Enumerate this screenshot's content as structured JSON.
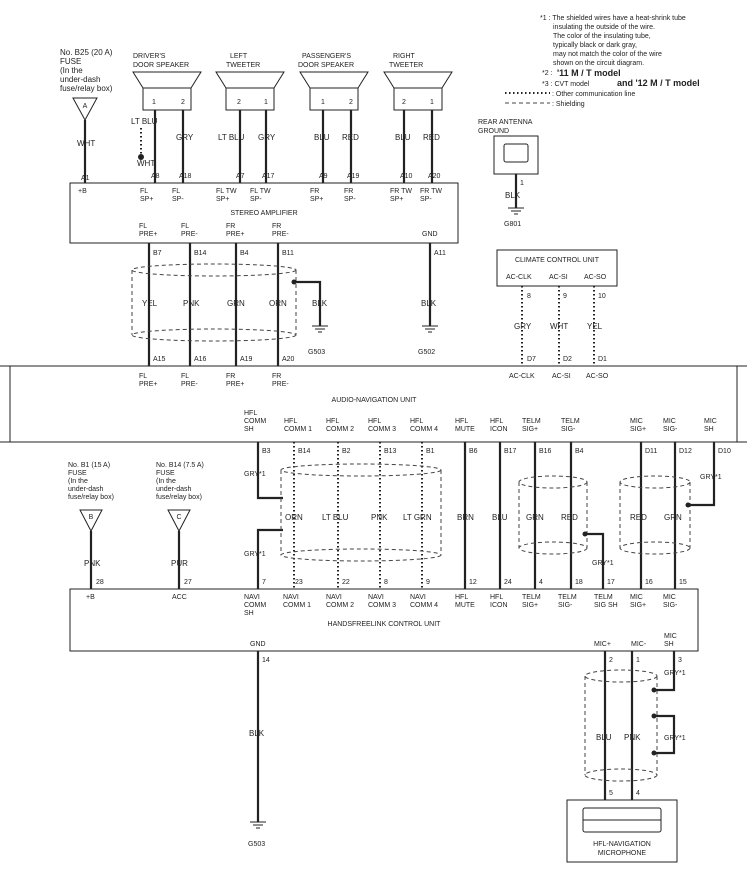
{
  "notes": {
    "n1_1": "*1 : The shielded wires have a heat-shrink tube",
    "n1_2": "insulating the outside of the wire.",
    "n1_3": "The color of the insulating tube,",
    "n1_4": "typically black or dark gray,",
    "n1_5": "may not match the color of the wire",
    "n1_6": "shown on the circuit diagram.",
    "n2_prefix": "*2 :",
    "n2": "'11 M / T model",
    "n3_prefix": "*3 : CVT model",
    "n3": "and '12 M / T model",
    "other_line": ": Other communication line",
    "shielding": ": Shielding"
  },
  "fuses": {
    "b25": [
      "No. B25 (20 A)",
      "FUSE",
      "(In the",
      "under-dash",
      "fuse/relay box)"
    ],
    "b25_letter": "A",
    "b1": [
      "No. B1 (15 A)",
      "FUSE",
      "(In the",
      "under-dash",
      "fuse/relay box)"
    ],
    "b1_letter": "B",
    "b14": [
      "No. B14 (7.5 A)",
      "FUSE",
      "(In the",
      "under-dash",
      "fuse/relay box)"
    ],
    "b14_letter": "C"
  },
  "speakers": {
    "driver": [
      "DRIVER'S",
      "DOOR SPEAKER"
    ],
    "left_tweeter": [
      "LEFT",
      "TWEETER"
    ],
    "passenger": [
      "PASSENGER'S",
      "DOOR SPEAKER"
    ],
    "right_tweeter": [
      "RIGHT",
      "TWEETER"
    ]
  },
  "antenna": {
    "label": [
      "REAR ANTENNA",
      "GROUND"
    ],
    "pin": "1",
    "wire": "BLK",
    "ground": "G801"
  },
  "amplifier": {
    "name": "STEREO AMPLIFIER",
    "wires_top": [
      {
        "color": "WHT",
        "pin": "A1",
        "term": [
          "+B"
        ]
      },
      {
        "color": "LT BLU",
        "pin": "A8",
        "term": [
          "FL",
          "SP+"
        ],
        "spk_pin": "1"
      },
      {
        "color": "GRY",
        "pin": "A18",
        "term": [
          "FL",
          "SP-"
        ],
        "spk_pin": "2"
      },
      {
        "color": "LT BLU",
        "pin": "A7",
        "term": [
          "FL TW",
          "SP+"
        ],
        "spk_pin": "2"
      },
      {
        "color": "GRY",
        "pin": "A17",
        "term": [
          "FL TW",
          "SP-"
        ],
        "spk_pin": "1"
      },
      {
        "color": "BLU",
        "pin": "A9",
        "term": [
          "FR",
          "SP+"
        ],
        "spk_pin": "1"
      },
      {
        "color": "RED",
        "pin": "A19",
        "term": [
          "FR",
          "SP-"
        ],
        "spk_pin": "2"
      },
      {
        "color": "BLU",
        "pin": "A10",
        "term": [
          "FR TW",
          "SP+"
        ],
        "spk_pin": "2"
      },
      {
        "color": "RED",
        "pin": "A20",
        "term": [
          "FR TW",
          "SP-"
        ],
        "spk_pin": "1"
      }
    ],
    "splice_color": "WHT",
    "wires_bottom": [
      {
        "term": [
          "FL",
          "PRE+"
        ],
        "pin": "B7",
        "color": "YEL",
        "nav_pin": "A15",
        "nav_term": [
          "FL",
          "PRE+"
        ]
      },
      {
        "term": [
          "FL",
          "PRE-"
        ],
        "pin": "B14",
        "color": "PNK",
        "nav_pin": "A16",
        "nav_term": [
          "FL",
          "PRE-"
        ]
      },
      {
        "term": [
          "FR",
          "PRE+"
        ],
        "pin": "B4",
        "color": "GRN",
        "nav_pin": "A19",
        "nav_term": [
          "FR",
          "PRE+"
        ]
      },
      {
        "term": [
          "FR",
          "PRE-"
        ],
        "pin": "B11",
        "color": "ORN",
        "nav_pin": "A20",
        "nav_term": [
          "FR",
          "PRE-"
        ]
      }
    ],
    "gnd": {
      "term": "GND",
      "pin": "A11",
      "color": "BLK",
      "ground": "G502"
    },
    "shield": {
      "color": "BLK",
      "ground": "G503"
    }
  },
  "climate": {
    "name": "CLIMATE CONTROL UNIT",
    "lines": [
      {
        "term": "AC-CLK",
        "pin": "8",
        "color": "GRY",
        "nav_pin": "D7",
        "nav_term": "AC-CLK"
      },
      {
        "term": "AC-SI",
        "pin": "9",
        "color": "WHT",
        "nav_pin": "D2",
        "nav_term": "AC-SI"
      },
      {
        "term": "AC-SO",
        "pin": "10",
        "color": "YEL",
        "nav_pin": "D1",
        "nav_term": "AC-SO"
      }
    ]
  },
  "nav_unit": {
    "name": "AUDIO-NAVIGATION UNIT"
  },
  "hfl_lines": [
    {
      "term": [
        "HFL",
        "COMM",
        "SH"
      ],
      "pin": "B3",
      "color": "GRY*1",
      "hf_pin": "7",
      "hf_term": [
        "NAVI",
        "COMM",
        "SH"
      ]
    },
    {
      "term": [
        "HFL",
        "COMM 1"
      ],
      "pin": "B14",
      "color": "ORN",
      "hf_pin": "23",
      "hf_term": [
        "NAVI",
        "COMM 1"
      ]
    },
    {
      "term": [
        "HFL",
        "COMM 2"
      ],
      "pin": "B2",
      "color": "LT BLU",
      "hf_pin": "22",
      "hf_term": [
        "NAVI",
        "COMM 2"
      ]
    },
    {
      "term": [
        "HFL",
        "COMM 3"
      ],
      "pin": "B13",
      "color": "PNK",
      "hf_pin": "8",
      "hf_term": [
        "NAVI",
        "COMM 3"
      ]
    },
    {
      "term": [
        "HFL",
        "COMM 4"
      ],
      "pin": "B1",
      "color": "LT GRN",
      "hf_pin": "9",
      "hf_term": [
        "NAVI",
        "COMM 4"
      ]
    },
    {
      "term": [
        "HFL",
        "MUTE"
      ],
      "pin": "B6",
      "color": "BRN",
      "hf_pin": "12",
      "hf_term": [
        "HFL",
        "MUTE"
      ]
    },
    {
      "term": [
        "HFL",
        "ICON"
      ],
      "pin": "B17",
      "color": "BLU",
      "hf_pin": "24",
      "hf_term": [
        "HFL",
        "ICON"
      ]
    },
    {
      "term": [
        "TELM",
        "SIG+"
      ],
      "pin": "B16",
      "color": "GRN",
      "hf_pin": "4",
      "hf_term": [
        "TELM",
        "SIG+"
      ]
    },
    {
      "term": [
        "TELM",
        "SIG-"
      ],
      "pin": "B4",
      "color": "RED",
      "hf_pin": "18",
      "hf_term": [
        "TELM",
        "SIG-"
      ]
    },
    {
      "term": [
        "MIC",
        "SIG+"
      ],
      "pin": "D11",
      "color": "RED",
      "hf_pin": "16",
      "hf_term": [
        "MIC",
        "SIG+"
      ]
    },
    {
      "term": [
        "MIC",
        "SIG-"
      ],
      "pin": "D12",
      "color": "GRN",
      "hf_pin": "15",
      "hf_term": [
        "MIC",
        "SIG-"
      ]
    },
    {
      "term": [
        "MIC",
        "SH"
      ],
      "pin": "D10",
      "color": "GRY*1"
    }
  ],
  "gry_shield": "GRY*1",
  "telm_sh": {
    "pin": "17",
    "term": [
      "TELM",
      "SIG SH"
    ]
  },
  "handsfree": {
    "name": "HANDSFREELINK CONTROL UNIT",
    "b_plus": {
      "term": "+B",
      "pin": "28",
      "color": "PNK"
    },
    "acc": {
      "term": "ACC",
      "pin": "27",
      "color": "PUR"
    },
    "gnd": {
      "term": "GND",
      "pin": "14",
      "color": "BLK",
      "ground": "G503"
    },
    "mic": [
      {
        "term": "MIC+",
        "pin": "2",
        "color": "BLU",
        "mic_pin": "5"
      },
      {
        "term": "MIC-",
        "pin": "1",
        "color": "PNK",
        "mic_pin": "4"
      },
      {
        "term": [
          "MIC",
          "SH"
        ],
        "pin": "3",
        "color": "GRY*1"
      }
    ]
  },
  "microphone": [
    "HFL-NAVIGATION",
    "MICROPHONE"
  ]
}
